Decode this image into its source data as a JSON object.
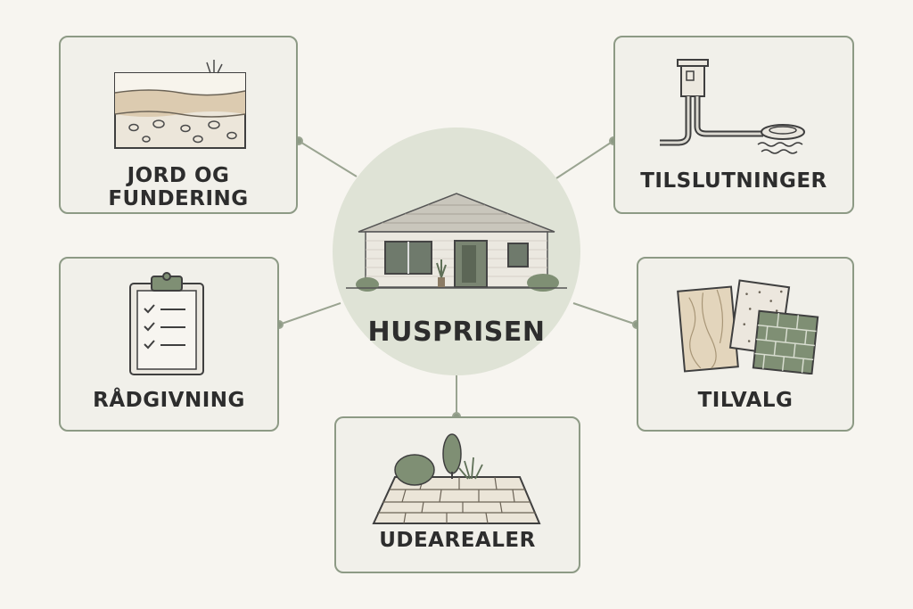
{
  "center": {
    "title": "HUSPRISEN",
    "icon": "house-icon"
  },
  "nodes": [
    {
      "id": "jord",
      "label": "JORD OG FUNDERING",
      "icon": "soil-layers-icon"
    },
    {
      "id": "tilslutninger",
      "label": "TILSLUTNINGER",
      "icon": "utility-connection-icon"
    },
    {
      "id": "raadgivning",
      "label": "RÅDGIVNING",
      "icon": "clipboard-checklist-icon"
    },
    {
      "id": "tilvalg",
      "label": "TILVALG",
      "icon": "material-samples-icon"
    },
    {
      "id": "udearealer",
      "label": "UDEAREALER",
      "icon": "garden-paving-icon"
    }
  ],
  "colors": {
    "background": "#f7f5f0",
    "card_fill": "#f1f0ea",
    "border": "#8d9a85",
    "center_fill": "#dfe3d6",
    "text": "#2d2d2d",
    "accent_green": "#7f8f74"
  }
}
